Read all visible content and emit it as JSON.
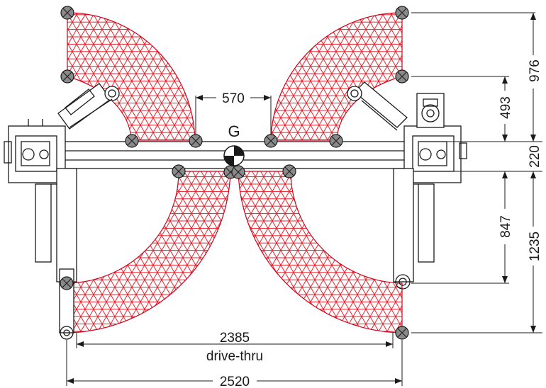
{
  "diagram": {
    "center_label": "G",
    "dimensions": {
      "arm_gap": "570",
      "top_pad_offset": "976",
      "upper_arm_offset": "493",
      "column_depth": "220",
      "lower_arm_offset": "847",
      "bottom_pad_offset": "1235",
      "drive_thru_width": "2385",
      "drive_thru_label": "drive-thru",
      "overall_width": "2520"
    },
    "colors": {
      "zone_outline": "#d0021b",
      "zone_hatch": "#e8202a",
      "structure": "#1a1a1a",
      "pad_fill": "#8a8a8a"
    }
  }
}
